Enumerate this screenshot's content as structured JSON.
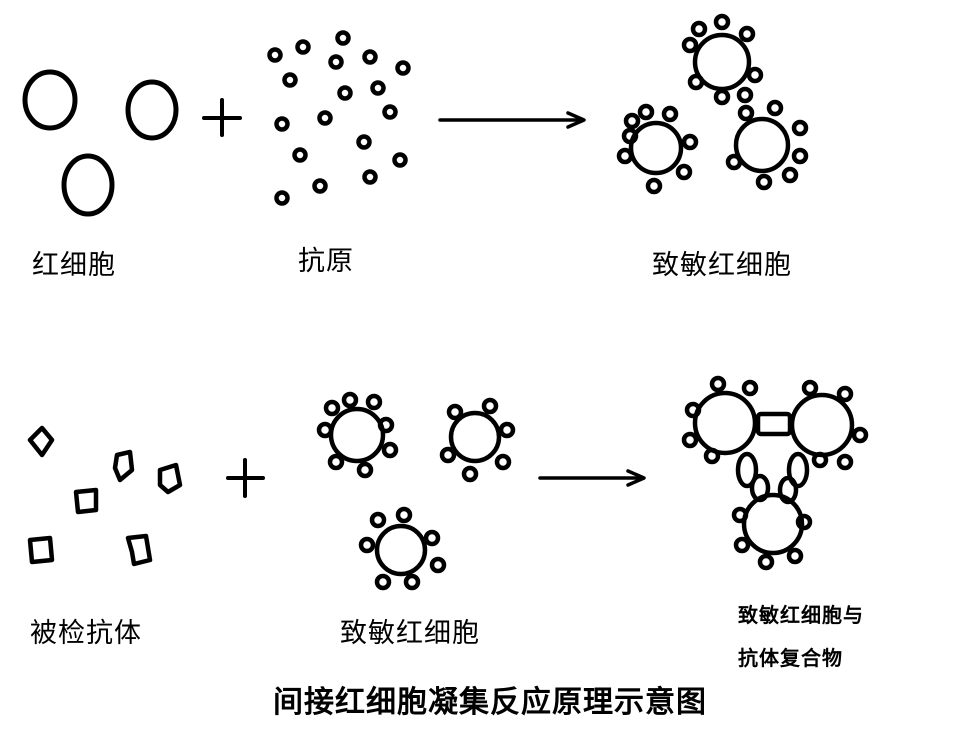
{
  "labels": {
    "red_cell": "红细胞",
    "antigen": "抗原",
    "sensitized_cell_top": "致敏红细胞",
    "test_antibody": "被检抗体",
    "sensitized_cell_bottom": "致敏红细胞",
    "complex_line1": "致敏红细胞与",
    "complex_line2": "抗体复合物"
  },
  "title": "间接红细胞凝集反应原理示意图"
}
